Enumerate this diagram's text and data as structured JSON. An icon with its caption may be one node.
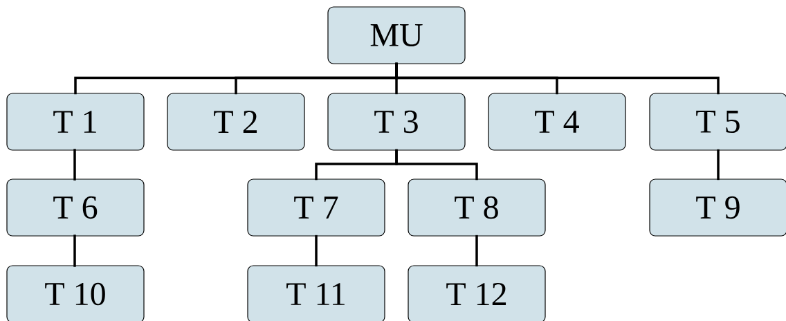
{
  "diagram": {
    "nodes": [
      {
        "text": [
          "MU"
        ]
      },
      {
        "text": [
          "T 1"
        ]
      },
      {
        "text": [
          "T 2"
        ]
      },
      {
        "text": [
          "T 3"
        ]
      },
      {
        "text": [
          "T 4"
        ]
      },
      {
        "text": [
          "T 5"
        ]
      },
      {
        "text": [
          "T 6"
        ]
      },
      {
        "text": [
          "T 7"
        ]
      },
      {
        "text": [
          "T 8"
        ]
      },
      {
        "text": [
          "T 9"
        ]
      },
      {
        "text": [
          "T 10"
        ]
      },
      {
        "text": [
          "T 11"
        ]
      },
      {
        "text": [
          "T 12"
        ]
      }
    ],
    "edges": [
      {
        "from": 0,
        "to": 1,
        "arrow": "none"
      },
      {
        "from": 0,
        "to": 2,
        "arrow": "none"
      },
      {
        "from": 0,
        "to": 3,
        "arrow": "none"
      },
      {
        "from": 0,
        "to": 4,
        "arrow": "none"
      },
      {
        "from": 0,
        "to": 5,
        "arrow": "none"
      },
      {
        "from": 1,
        "to": 6,
        "arrow": "none"
      },
      {
        "from": 3,
        "to": 7,
        "arrow": "none"
      },
      {
        "from": 3,
        "to": 8,
        "arrow": "none"
      },
      {
        "from": 5,
        "to": 9,
        "arrow": "none"
      },
      {
        "from": 6,
        "to": 10,
        "arrow": "none"
      },
      {
        "from": 7,
        "to": 11,
        "arrow": "none"
      },
      {
        "from": 8,
        "to": 12,
        "arrow": "none"
      }
    ]
  }
}
